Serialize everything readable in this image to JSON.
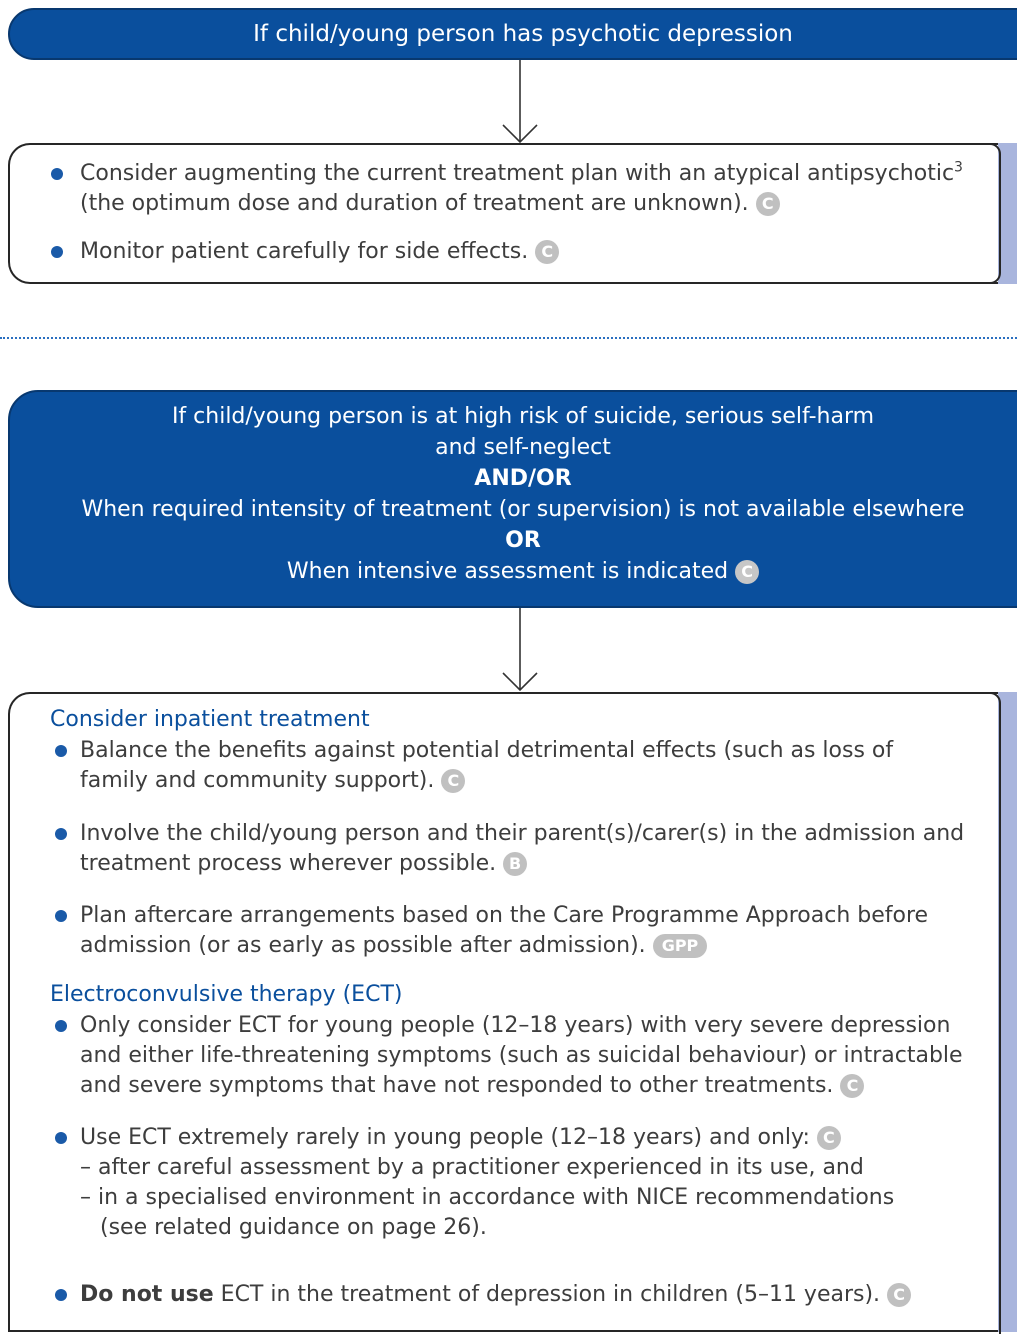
{
  "top_banner": {
    "text": "If child/young person has psychotic depression"
  },
  "psychotic_panel": {
    "item1": "Consider augmenting the current treatment plan with an atypical antipsychotic",
    "item1_sup": "3",
    "item1_line2": "(the optimum dose and duration of treatment are unknown).",
    "item1_grade": "C",
    "item2": "Monitor patient carefully for side effects.",
    "item2_grade": "C"
  },
  "risk_banner": {
    "line1": "If child/young person is at high risk of suicide, serious self-harm",
    "line2": "and self-neglect",
    "line3": "AND/OR",
    "line4": "When required intensity of treatment (or supervision) is not available elsewhere",
    "line5": "OR",
    "line6": "When intensive assessment is indicated",
    "grade": "C"
  },
  "inpatient": {
    "heading": "Consider inpatient treatment",
    "item1_line1": "Balance the benefits against potential detrimental effects (such as loss of",
    "item1_line2": "family and community support).",
    "item1_grade": "C",
    "item2_line1": "Involve the child/young person and their parent(s)/carer(s) in the admission and",
    "item2_line2": "treatment process wherever possible.",
    "item2_grade": "B",
    "item3_line1": "Plan aftercare arrangements based on the Care Programme Approach before",
    "item3_line2": "admission (or as early as possible after admission).",
    "item3_grade": "GPP"
  },
  "ect": {
    "heading": "Electroconvulsive therapy (ECT)",
    "item1_line1": "Only consider ECT for young people (12–18 years) with very severe depression",
    "item1_line2": "and either life-threatening symptoms (such as suicidal behaviour) or intractable",
    "item1_line3": "and severe symptoms that have not responded to other treatments.",
    "item1_grade": "C",
    "item2_line1": "Use ECT extremely rarely in young people (12–18 years) and only:",
    "item2_grade": "C",
    "item2_sub1": "– after careful assessment by a practitioner experienced in its use, and",
    "item2_sub2a": "– in a specialised environment in accordance with NICE recommendations",
    "item2_sub2b": "(see related guidance on page 26).",
    "item3_bold": "Do not use",
    "item3_rest": " ECT in the treatment of depression in children (5–11 years).",
    "item3_grade": "C"
  }
}
